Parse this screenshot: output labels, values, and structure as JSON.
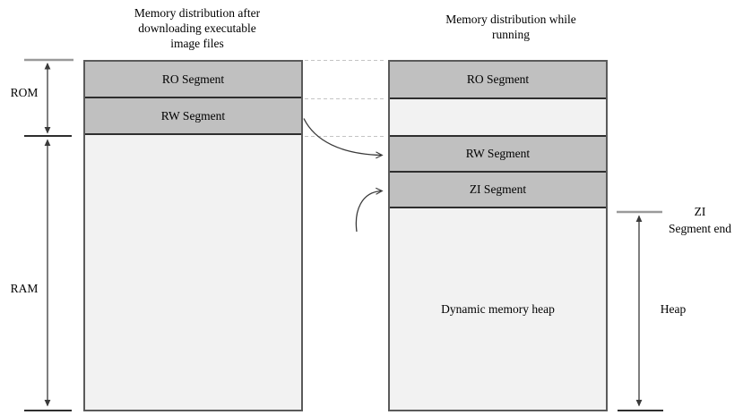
{
  "titles": {
    "left_lines": [
      "Memory distribution after",
      "downloading executable",
      "image files"
    ],
    "right_lines": [
      "Memory distribution while",
      "running"
    ]
  },
  "left_column": {
    "ro_label": "RO Segment",
    "rw_label": "RW Segment"
  },
  "right_column": {
    "ro_label": "RO Segment",
    "rw_label": "RW Segment",
    "zi_label": "ZI Segment",
    "heap_label": "Dynamic memory heap"
  },
  "annotations": {
    "rom": "ROM",
    "ram": "RAM",
    "heap": "Heap",
    "zi_end_lines": [
      "ZI",
      "Segment end"
    ]
  },
  "colors": {
    "segment_fill": "#c0c0c0",
    "light_fill": "#f2f2f2",
    "col_border": "#5a5a5a",
    "divider": "#2e2e2e",
    "arrow_color": "#3a3a3a",
    "tick_gray": "#9a9a9a",
    "tick_black": "#111111",
    "dash_color": "#c4c4c4",
    "text_color": "#000000",
    "bg": "#ffffff"
  }
}
